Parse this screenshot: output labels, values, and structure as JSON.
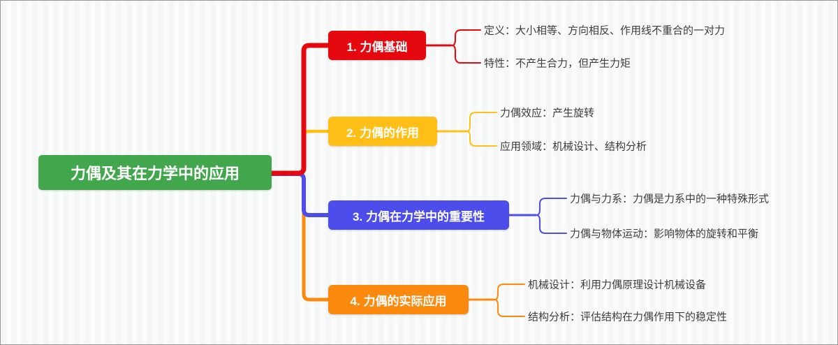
{
  "diagram": {
    "type": "mindmap",
    "central_topic": {
      "label": "力偶及其在力学中的应用",
      "color": "#42A64C",
      "text_color": "#ffffff"
    },
    "branches": [
      {
        "label": "1. 力偶基础",
        "color": "#E5090F",
        "leaves": [
          "定义：大小相等、方向相反、作用线不重合的一对力",
          "特性：不产生合力，但产生力矩"
        ]
      },
      {
        "label": "2. 力偶的作用",
        "color": "#FFBF17",
        "leaves": [
          "力偶效应：产生旋转",
          "应用领域：机械设计、结构分析"
        ]
      },
      {
        "label": "3. 力偶在力学中的重要性",
        "color": "#4C4DEA",
        "leaves": [
          "力偶与力系：力偶是力系中的一种特殊形式",
          "力偶与物体运动：影响物体的旋转和平衡"
        ]
      },
      {
        "label": "4. 力偶的实际应用",
        "color": "#FB8A0E",
        "leaves": [
          "机械设计：利用力偶原理设计机械设备",
          "结构分析：评估结构在力偶作用下的稳定性"
        ]
      }
    ],
    "leaf_text_color": "#3d3d3d",
    "background": {
      "stripe_dark": "#f5f6f6",
      "stripe_light": "#fbfbfb",
      "border_color": "#979797"
    }
  }
}
